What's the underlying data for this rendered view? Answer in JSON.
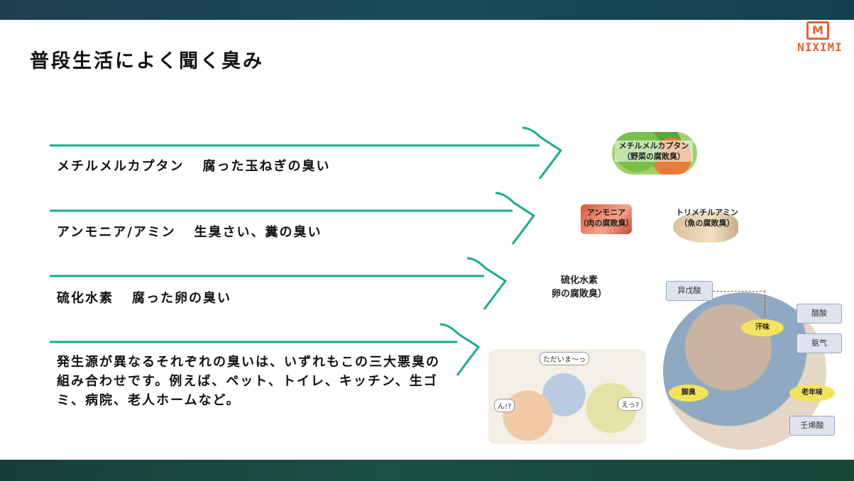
{
  "header": {
    "title": "普段生活によく聞く臭み"
  },
  "logo": {
    "mark": "M",
    "text": "NIXIMI"
  },
  "rows": [
    {
      "substance": "メチルメルカプタン",
      "smell": "腐った玉ねぎの臭い"
    },
    {
      "substance": "アンモニア/アミン",
      "smell": "生臭さい、糞の臭い"
    },
    {
      "substance": "硫化水素",
      "smell": "腐った卵の臭い"
    }
  ],
  "description": "発生源が異なるそれぞれの臭いは、いずれもこの三大悪臭の組み合わせです。例えば、ペット、トイレ、キッチン、生ゴミ、病院、老人ホームなど。",
  "images": {
    "veg": {
      "line1": "メチルメルカプタン",
      "line2": "（野菜の腐敗臭）"
    },
    "meat": {
      "line1": "アンモニア",
      "line2": "（肉の腐敗臭）"
    },
    "fish": {
      "line1": "トリメチルアミン",
      "line2": "（魚の腐敗臭）"
    },
    "egg": {
      "line1": "硫化水素",
      "line2": "卵の腐敗臭）"
    },
    "cartoon": {
      "bubble_main": "ただいま～っ",
      "bubble_left": "ん!?",
      "bubble_right": "えっ?"
    },
    "sweat": {
      "tags": [
        "异戊酸",
        "醋酸",
        "氨气",
        "壬烯酸"
      ],
      "ellipses": [
        "汗味",
        "脚臭",
        "老年味"
      ]
    }
  },
  "colors": {
    "arrow": "#1aaa8c",
    "logo": "#e2632f",
    "top_band": "#1f3f4e",
    "bottom_band": "#1d4f45"
  }
}
